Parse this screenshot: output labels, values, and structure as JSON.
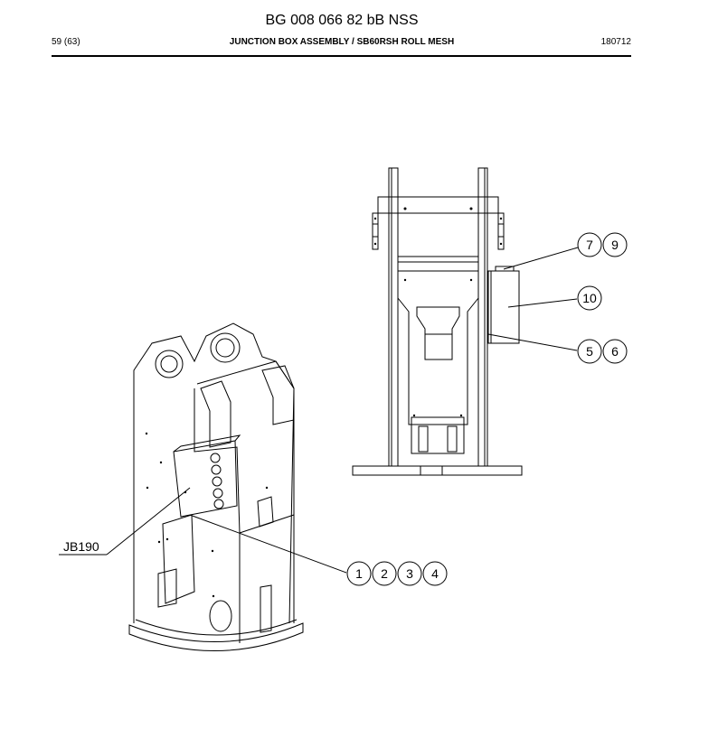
{
  "document": {
    "code": "BG 008 066 82 bB NSS",
    "page": "59 (63)",
    "title": "JUNCTION BOX ASSEMBLY / SB60RSH ROLL MESH",
    "date": "180712"
  },
  "callouts": {
    "c1": "1",
    "c2": "2",
    "c3": "3",
    "c4": "4",
    "c5": "5",
    "c6": "6",
    "c7": "7",
    "c9": "9",
    "c10": "10",
    "jb": "JB190"
  }
}
